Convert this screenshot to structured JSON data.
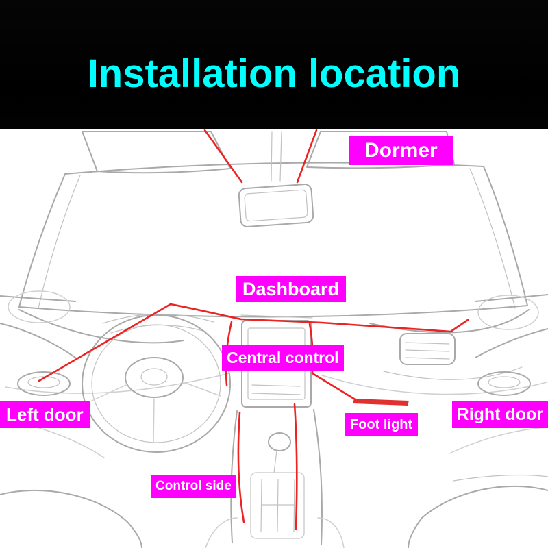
{
  "title": "Installation location",
  "colors": {
    "title_text": "#00ffff",
    "header_background": "#000000",
    "label_background": "#ff00ff",
    "label_text": "#ffffff",
    "annotation_line": "#ee2222",
    "sketch_line": "#a9a9a9",
    "background": "#ffffff"
  },
  "image_name": "car-interior-line-sketch",
  "labels": [
    {
      "id": "dormer",
      "text": "Dormer"
    },
    {
      "id": "dashboard",
      "text": "Dashboard"
    },
    {
      "id": "central-control",
      "text": "Central control"
    },
    {
      "id": "left-door",
      "text": "Left door"
    },
    {
      "id": "right-door",
      "text": "Right door"
    },
    {
      "id": "foot-light",
      "text": "Foot light"
    },
    {
      "id": "control-side",
      "text": "Control side"
    }
  ]
}
